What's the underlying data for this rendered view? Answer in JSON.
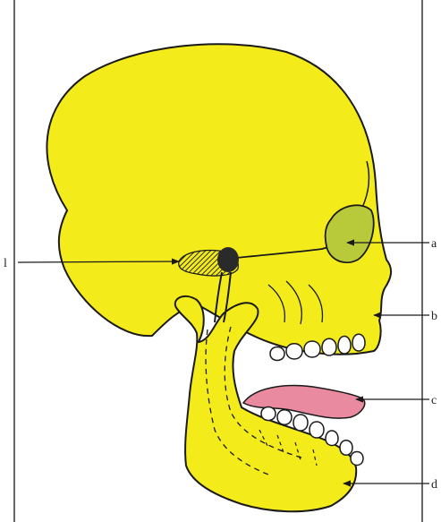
{
  "labels": {
    "l": "l",
    "a": "a",
    "b": "b",
    "c": "c",
    "d": "d"
  },
  "colors": {
    "bone": "#f4ec1a",
    "outline": "#1a1a1a",
    "orbit": "#b8c93a",
    "tongue": "#e98aa0",
    "hatch": "#2a2a2a"
  }
}
